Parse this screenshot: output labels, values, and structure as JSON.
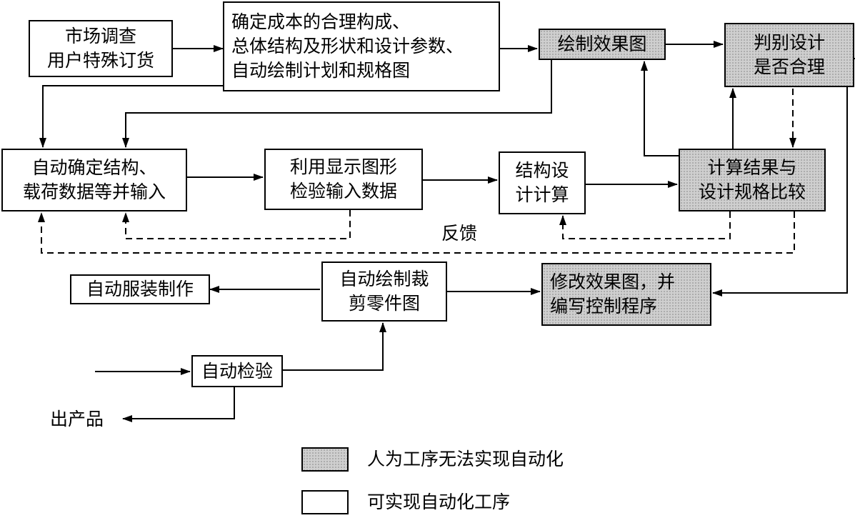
{
  "nodes": {
    "market": [
      "市场调查",
      "用户特殊订货"
    ],
    "determine": [
      "确定成本的合理构成、",
      "总体结构及形状和设计参数、",
      "自动绘制计划和规格图"
    ],
    "render": [
      "绘制效果图"
    ],
    "judge": [
      "判别设计",
      "是否合理"
    ],
    "auto_struct": [
      "自动确定结构、",
      "载荷数据等并输入"
    ],
    "display_check": [
      "利用显示图形",
      "检验输入数据"
    ],
    "struct_calc": [
      "结构设",
      "计计算"
    ],
    "compare": [
      "计算结果与",
      "设计规格比较"
    ],
    "garment": [
      "自动服装制作"
    ],
    "cut_drawing": [
      "自动绘制裁",
      "剪零件图"
    ],
    "modify": [
      "修改效果图，并",
      "编写控制程序"
    ],
    "inspect": [
      "自动检验"
    ]
  },
  "labels": {
    "feedback": "反馈",
    "output": "出产品"
  },
  "legend": {
    "manual": "人为工序无法实现自动化",
    "automatic": "可实现自动化工序"
  },
  "colors": {
    "line": "#000000",
    "shaded_fill": "#cfcfcf"
  }
}
